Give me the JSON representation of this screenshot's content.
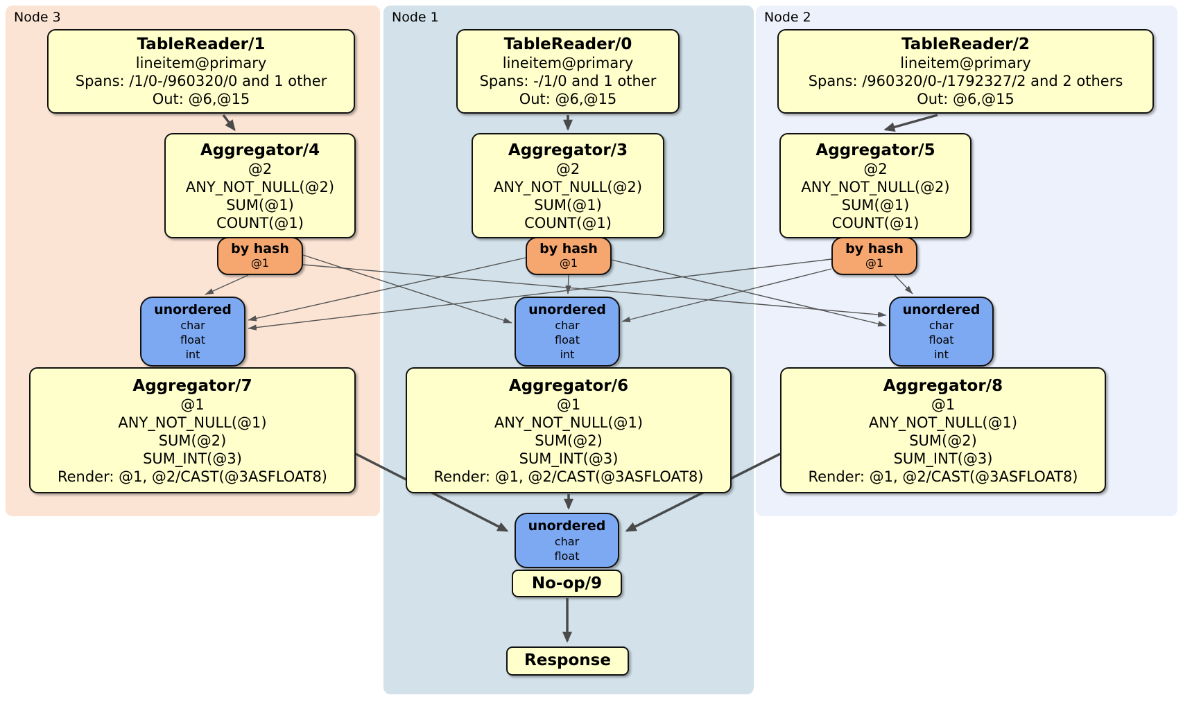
{
  "diagram": {
    "colors": {
      "node3_bg": "#fce4d4",
      "node1_bg": "#d2e1ea",
      "node2_bg": "#edf1fb",
      "processor_bg": "#ffffcc",
      "router_bg": "#f6a76f",
      "sync_bg": "#7da8f2",
      "edge": "#555555"
    },
    "nodes": [
      {
        "label": "Node 3",
        "table_reader": {
          "title": "TableReader/1",
          "lines": [
            "lineitem@primary",
            "Spans: /1/0-/960320/0 and 1 other",
            "Out: @6,@15"
          ]
        },
        "aggregator_top": {
          "title": "Aggregator/4",
          "lines": [
            "@2",
            "ANY_NOT_NULL(@2)",
            "SUM(@1)",
            "COUNT(@1)"
          ]
        },
        "router": {
          "title": "by hash",
          "detail": "@1"
        },
        "sync": {
          "title": "unordered",
          "lines": [
            "char",
            "float",
            "int"
          ]
        },
        "aggregator_bottom": {
          "title": "Aggregator/7",
          "lines": [
            "@1",
            "ANY_NOT_NULL(@1)",
            "SUM(@2)",
            "SUM_INT(@3)",
            "Render: @1, @2/CAST(@3ASFLOAT8)"
          ]
        }
      },
      {
        "label": "Node 1",
        "table_reader": {
          "title": "TableReader/0",
          "lines": [
            "lineitem@primary",
            "Spans: -/1/0 and 1 other",
            "Out: @6,@15"
          ]
        },
        "aggregator_top": {
          "title": "Aggregator/3",
          "lines": [
            "@2",
            "ANY_NOT_NULL(@2)",
            "SUM(@1)",
            "COUNT(@1)"
          ]
        },
        "router": {
          "title": "by hash",
          "detail": "@1"
        },
        "sync": {
          "title": "unordered",
          "lines": [
            "char",
            "float",
            "int"
          ]
        },
        "aggregator_bottom": {
          "title": "Aggregator/6",
          "lines": [
            "@1",
            "ANY_NOT_NULL(@1)",
            "SUM(@2)",
            "SUM_INT(@3)",
            "Render: @1, @2/CAST(@3ASFLOAT8)"
          ]
        }
      },
      {
        "label": "Node 2",
        "table_reader": {
          "title": "TableReader/2",
          "lines": [
            "lineitem@primary",
            "Spans: /960320/0-/1792327/2 and 2 others",
            "Out: @6,@15"
          ]
        },
        "aggregator_top": {
          "title": "Aggregator/5",
          "lines": [
            "@2",
            "ANY_NOT_NULL(@2)",
            "SUM(@1)",
            "COUNT(@1)"
          ]
        },
        "router": {
          "title": "by hash",
          "detail": "@1"
        },
        "sync": {
          "title": "unordered",
          "lines": [
            "char",
            "float",
            "int"
          ]
        },
        "aggregator_bottom": {
          "title": "Aggregator/8",
          "lines": [
            "@1",
            "ANY_NOT_NULL(@1)",
            "SUM(@2)",
            "SUM_INT(@3)",
            "Render: @1, @2/CAST(@3ASFLOAT8)"
          ]
        }
      }
    ],
    "output": {
      "sync": {
        "title": "unordered",
        "lines": [
          "char",
          "float"
        ]
      },
      "noop": {
        "title": "No-op/9"
      },
      "response": {
        "title": "Response"
      }
    }
  }
}
